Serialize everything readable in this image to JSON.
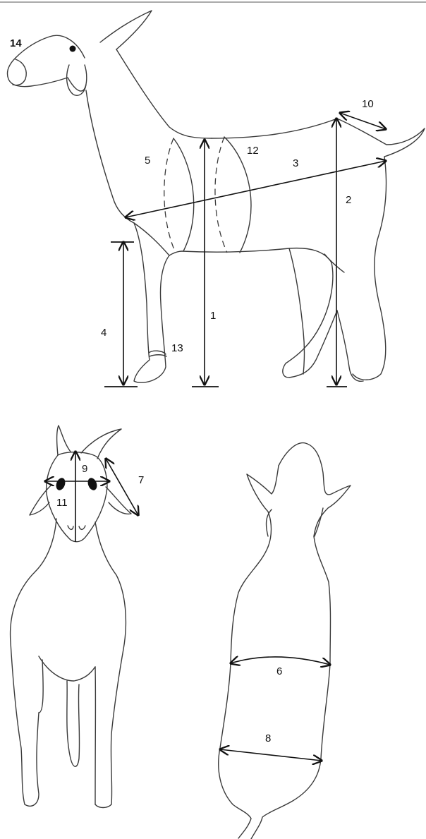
{
  "labels": {
    "n1": "1",
    "n2": "2",
    "n3": "3",
    "n4": "4",
    "n5": "5",
    "n6": "6",
    "n7": "7",
    "n8": "8",
    "n9": "9",
    "n10": "10",
    "n11": "11",
    "n12": "12",
    "n13": "13",
    "n14": "14"
  },
  "colors": {
    "line": "#3a3a3a",
    "arrow": "#111111",
    "background": "#ffffff"
  }
}
